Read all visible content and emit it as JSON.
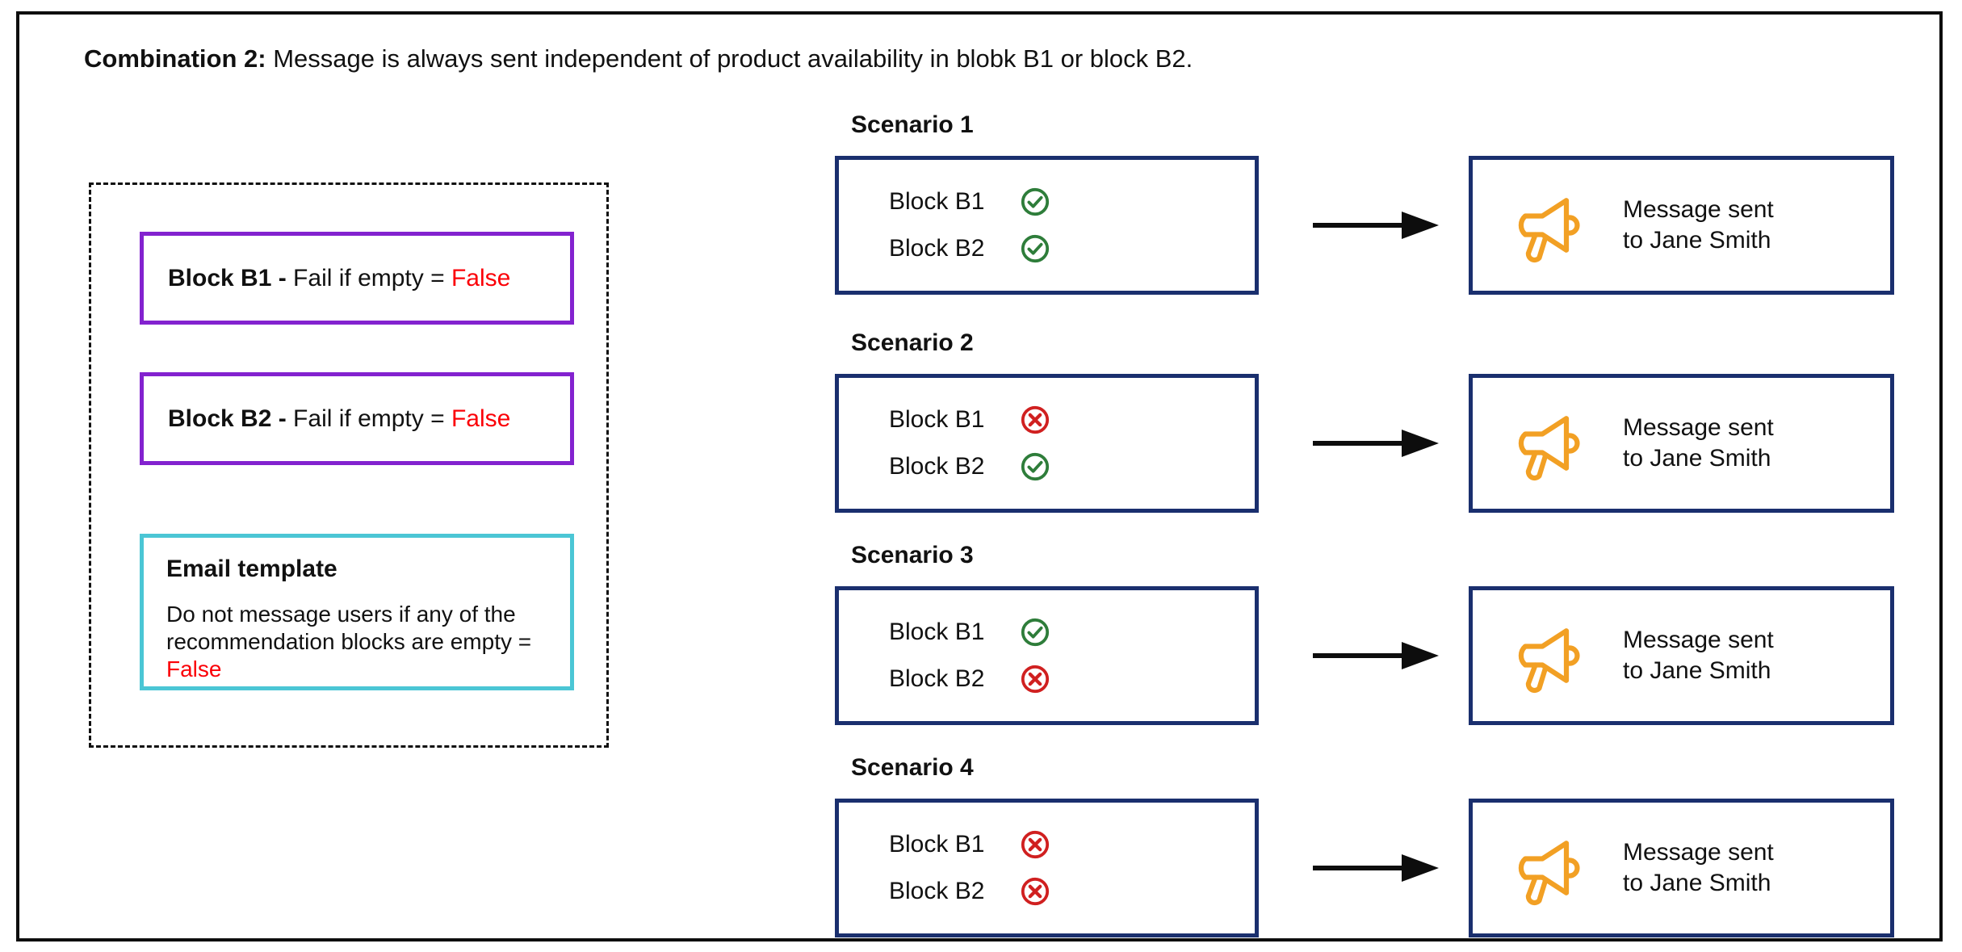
{
  "title": {
    "prefix": "Combination 2:",
    "text": " Message is always sent independent of product availability in blobk B1 or block B2."
  },
  "colors": {
    "frame": "#0d0d0d",
    "block_rule_border": "#8322cf",
    "email_template_border": "#4bc6d5",
    "scenario_border": "#1a2f6e",
    "false_value": "#fb0007",
    "success": "#2e7d3a",
    "failure": "#d02020",
    "megaphone": "#F2A024"
  },
  "config_panel": {
    "block_rules": [
      {
        "name": "Block B1 -",
        "label": " Fail if empty = ",
        "value": "False"
      },
      {
        "name": "Block B2 -",
        "label": " Fail if empty = ",
        "value": "False"
      }
    ],
    "email_template": {
      "title": "Email template",
      "body_prefix": "Do not message users if any of the recommendation blocks are empty = ",
      "body_value": "False"
    }
  },
  "scenarios": [
    {
      "label": "Scenario 1",
      "blocks": [
        {
          "label": "Block B1",
          "status": "success",
          "icon": "check-circle-icon"
        },
        {
          "label": "Block B2",
          "status": "success",
          "icon": "check-circle-icon"
        }
      ],
      "arrow_icon": "arrow-right-icon",
      "outcome": {
        "icon": "megaphone-icon",
        "text": "Message sent\nto Jane Smith"
      }
    },
    {
      "label": "Scenario 2",
      "blocks": [
        {
          "label": "Block B1",
          "status": "failure",
          "icon": "x-circle-icon"
        },
        {
          "label": "Block B2",
          "status": "success",
          "icon": "check-circle-icon"
        }
      ],
      "arrow_icon": "arrow-right-icon",
      "outcome": {
        "icon": "megaphone-icon",
        "text": "Message sent\nto Jane Smith"
      }
    },
    {
      "label": "Scenario 3",
      "blocks": [
        {
          "label": "Block B1",
          "status": "success",
          "icon": "check-circle-icon"
        },
        {
          "label": "Block B2",
          "status": "failure",
          "icon": "x-circle-icon"
        }
      ],
      "arrow_icon": "arrow-right-icon",
      "outcome": {
        "icon": "megaphone-icon",
        "text": "Message sent\nto Jane Smith"
      }
    },
    {
      "label": "Scenario 4",
      "blocks": [
        {
          "label": "Block B1",
          "status": "failure",
          "icon": "x-circle-icon"
        },
        {
          "label": "Block B2",
          "status": "failure",
          "icon": "x-circle-icon"
        }
      ],
      "arrow_icon": "arrow-right-icon",
      "outcome": {
        "icon": "megaphone-icon",
        "text": "Message sent\nto Jane Smith"
      }
    }
  ]
}
